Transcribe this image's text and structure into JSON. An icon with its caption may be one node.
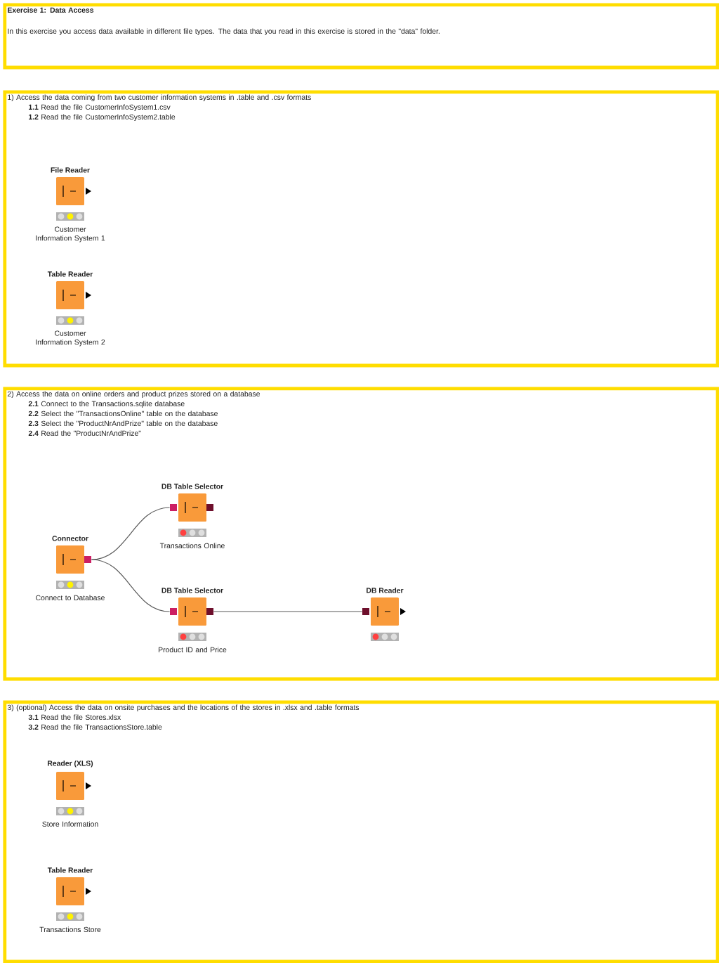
{
  "diagram": {
    "nodes": [
      {
        "text": [
          "Exercise 1: Data Access",
          "In this exercise you access data available in different file types. The data that you read in this exercise is stored in the \"data\" folder."
        ]
      },
      {
        "text": [
          "1) Access the data coming from two customer information systems in .table and .csv formats",
          "**1.1** Read the file CustomerInfoSystem1.csv",
          "**1.2** Read the file CustomerInfoSystem2.table"
        ]
      },
      {
        "text": [
          "File Reader"
        ],
        "beside": [
          "Customer Information System 1"
        ],
        "in": 1
      },
      {
        "text": [
          "Table Reader"
        ],
        "beside": [
          "Customer Information System 2"
        ],
        "in": 1
      },
      {
        "text": [
          "2) Access the data on online orders and product prizes stored on a database",
          "**2.1** Connect to the Transactions.sqlite database",
          "**2.2** Select the \"TransactionsOnline\" table on the database",
          "**2.3** Select the \"ProductNrAndPrize\" table on the database",
          "**2.4** Read the \"ProductNrAndPrize\""
        ]
      },
      {
        "text": [
          "Connector"
        ],
        "beside": [
          "Connect to Database"
        ],
        "in": 4
      },
      {
        "text": [
          "DB Table Selector"
        ],
        "beside": [
          "Transactions Online"
        ],
        "in": 4
      },
      {
        "text": [
          "DB Table Selector"
        ],
        "beside": [
          "Product ID and Price"
        ],
        "in": 4
      },
      {
        "text": [
          "DB Reader"
        ],
        "in": 4
      },
      {
        "text": [
          "3) (optional) Access the data on onsite purchases and the locations of the stores in .xlsx and .table formats",
          "**3.1** Read the file Stores.xlsx",
          "**3.2** Read the file TransactionsStore.table"
        ]
      },
      {
        "text": [
          "Reader (XLS)"
        ],
        "beside": [
          "Store Information"
        ],
        "in": 9
      },
      {
        "text": [
          "Table Reader"
        ],
        "beside": [
          "Transactions Store"
        ],
        "in": 9
      }
    ],
    "edges": [
      {
        "from": 5,
        "to": 6,
        "arrow": "none"
      },
      {
        "from": 5,
        "to": 7,
        "arrow": "none"
      },
      {
        "from": 7,
        "to": 8,
        "arrow": "none"
      }
    ]
  }
}
